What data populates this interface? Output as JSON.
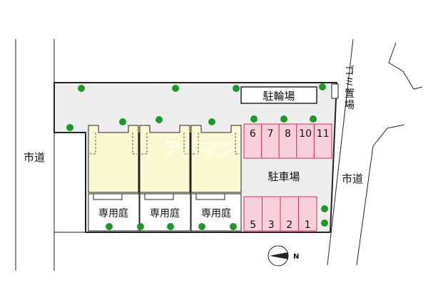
{
  "labels": {
    "road_west": "市道",
    "road_east": "市道",
    "bicycle_parking": "駐輪場",
    "garbage": "ゴミ置場",
    "parking": "駐車場",
    "private_garden": "専用庭",
    "watermark": "アパマン"
  },
  "parking_top_numbers": [
    "6",
    "7",
    "8",
    "10",
    "11"
  ],
  "parking_bottom_numbers": [
    "5",
    "3",
    "2",
    "1"
  ],
  "garden_labels": [
    "専用庭",
    "専用庭",
    "専用庭"
  ],
  "compass": {
    "north": "N"
  },
  "colors": {
    "site": "#eeeeee",
    "building": "#fafad2",
    "parking_space": "#f8d0dc",
    "parking_line": "#e03050",
    "tree": "#1a9a2a",
    "line": "#222222"
  }
}
